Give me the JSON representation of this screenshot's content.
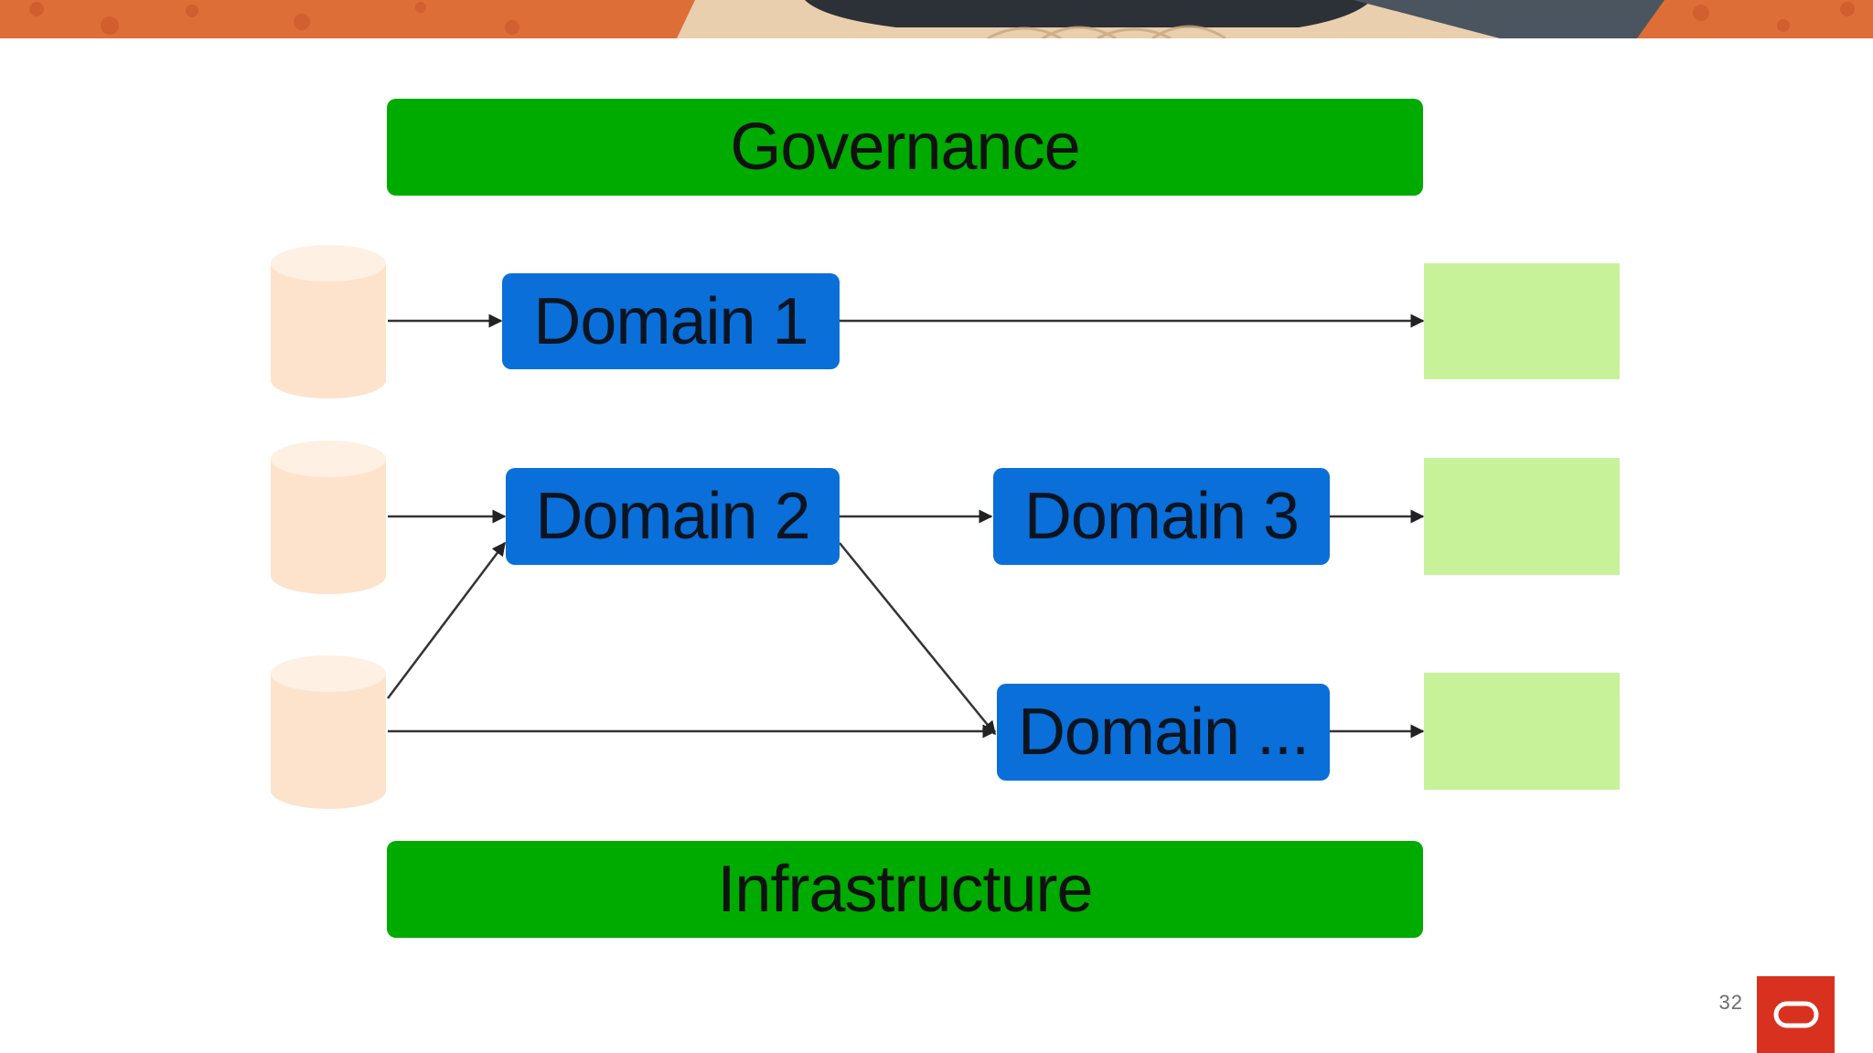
{
  "diagram": {
    "governance_label": "Governance",
    "infrastructure_label": "Infrastructure",
    "domains": [
      "Domain 1",
      "Domain 2",
      "Domain 3",
      "Domain ..."
    ]
  },
  "footer": {
    "page_number": "32"
  },
  "colors": {
    "bar_green": "#00ab00",
    "domain_blue": "#0a6fd8",
    "output_green": "#c8f29a",
    "source_peach": "#fde3cc",
    "brand_red": "#d9311f"
  },
  "icons": {
    "logo": "oracle-logo-icon",
    "source": "database-cylinder-icon"
  }
}
